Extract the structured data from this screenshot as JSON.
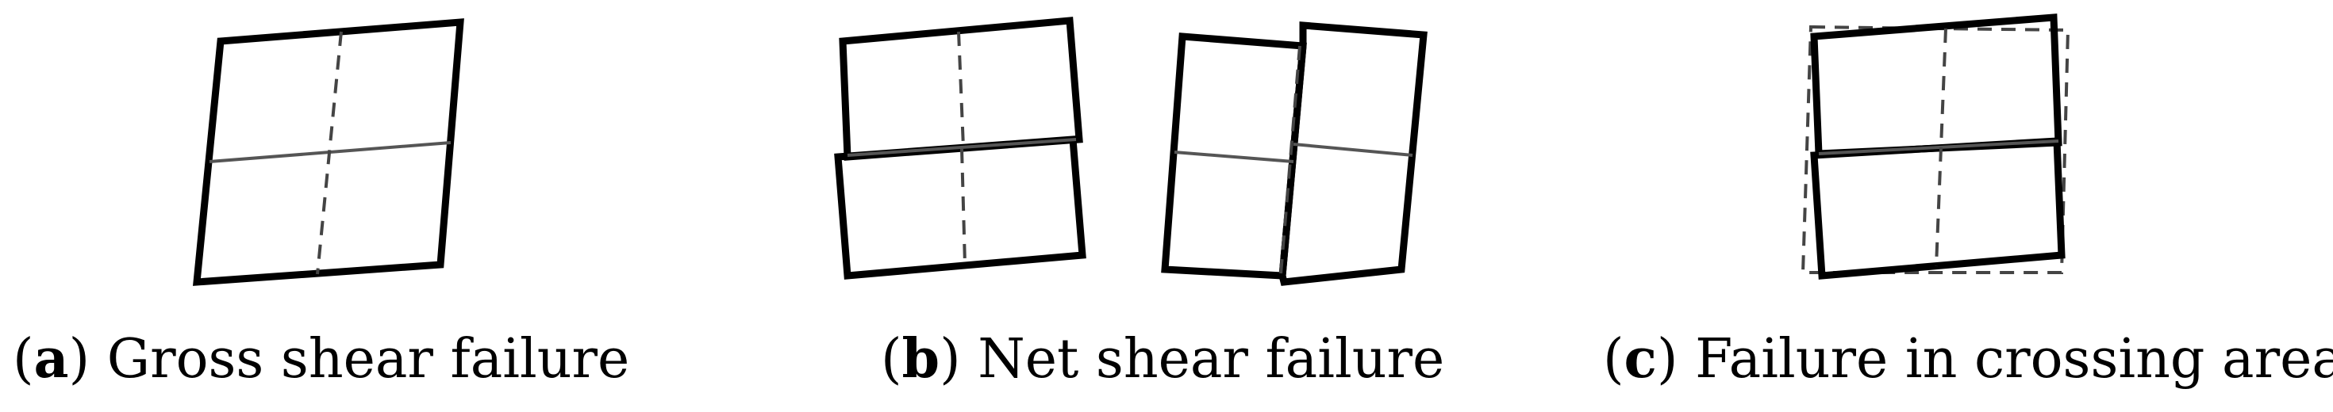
{
  "panels": [
    {
      "letter": "a",
      "caption": "Gross shear failure"
    },
    {
      "letter": "b",
      "caption": "Net shear failure"
    },
    {
      "letter": "c",
      "caption": "Failure in crossing areas"
    }
  ],
  "colors": {
    "outline": "#000000",
    "mid_line": "#555555",
    "dashed": "#444444"
  }
}
